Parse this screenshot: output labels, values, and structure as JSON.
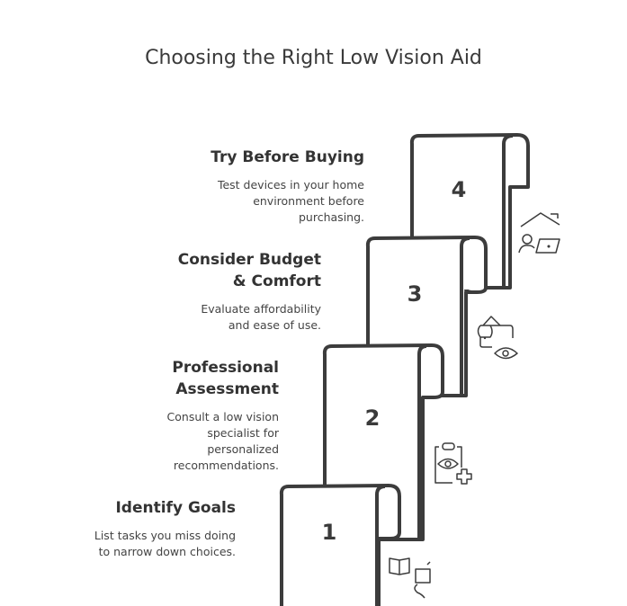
{
  "title": "Choosing the Right Low Vision Aid",
  "steps": [
    {
      "number": "1",
      "heading": [
        "Identify Goals"
      ],
      "description": [
        "List tasks you miss doing",
        "to narrow down choices."
      ],
      "icon": "book-and-speech-icon"
    },
    {
      "number": "2",
      "heading": [
        "Professional",
        "Assessment"
      ],
      "description": [
        "Consult a low vision",
        "specialist for",
        "personalized",
        "recommendations."
      ],
      "icon": "clipboard-eye-plus-icon"
    },
    {
      "number": "3",
      "heading": [
        "Consider Budget",
        "& Comfort"
      ],
      "description": [
        "Evaluate affordability",
        "and ease of use."
      ],
      "icon": "wallet-eye-icon"
    },
    {
      "number": "4",
      "heading": [
        "Try Before Buying"
      ],
      "description": [
        "Test devices in your home",
        "environment before",
        "purchasing."
      ],
      "icon": "home-person-laptop-icon"
    }
  ],
  "colors": {
    "stroke": "#3c3c3c",
    "background": "#ffffff"
  }
}
